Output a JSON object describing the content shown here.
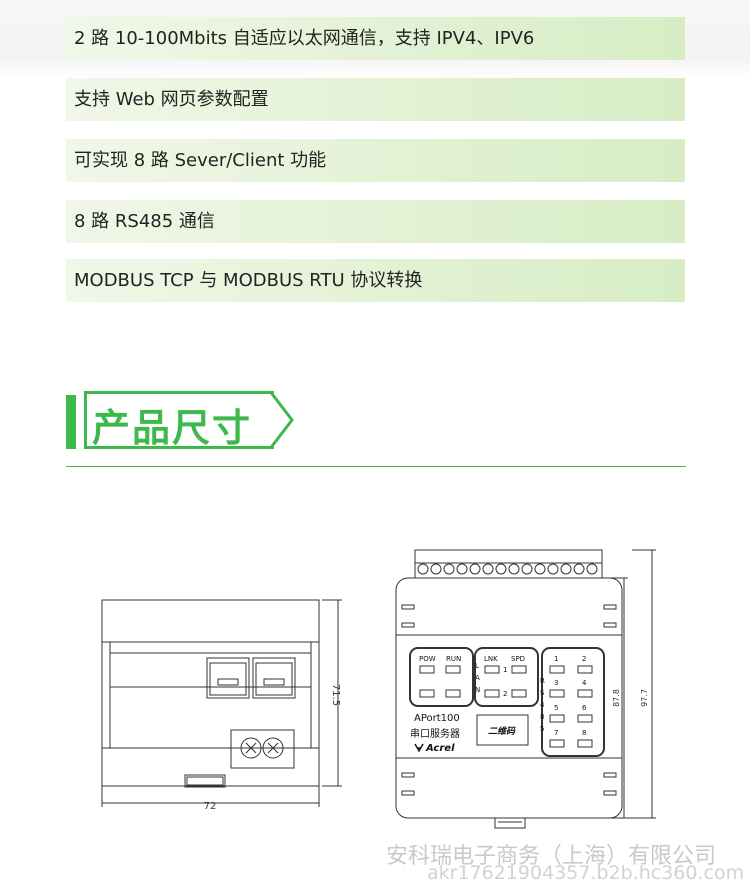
{
  "features": [
    "2 路 10-100Mbits 自适应以太网通信，支持 IPV4、IPV6",
    "支持 Web 网页参数配置",
    "可实现 8 路 Sever/Client 功能",
    "8 路 RS485 通信",
    "MODBUS TCP 与 MODBUS RTU 协议转换"
  ],
  "section": {
    "title": "产品尺寸"
  },
  "drawing_left": {
    "width_label": "72",
    "height_label": "71.5"
  },
  "drawing_right": {
    "height_label_inner": "87.8",
    "height_label_outer": "97.7",
    "pow": "POW",
    "run": "RUN",
    "lnk": "LNK",
    "spd": "SPD",
    "lan_letters": [
      "L",
      "A",
      "N"
    ],
    "rs_letters": [
      "R",
      "S",
      "4",
      "8",
      "5"
    ],
    "port_1": "1",
    "port_2": "2",
    "rs_numbers": [
      "1",
      "2",
      "3",
      "4",
      "5",
      "6",
      "7",
      "8"
    ],
    "model": "APort100",
    "name": "串口服务器",
    "qr_label": "二维码",
    "brand": "Acrel"
  },
  "watermark": {
    "company": "安科瑞电子商务（上海）有限公司",
    "url": "akr17621904357.b2b.hc360.com"
  }
}
